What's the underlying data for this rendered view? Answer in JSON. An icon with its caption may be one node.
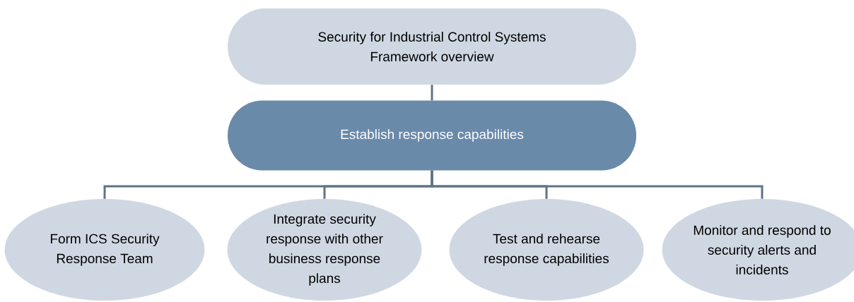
{
  "diagram": {
    "nodes": [
      {
        "text": [
          "Security for Industrial Control Systems Framework overview"
        ]
      },
      {
        "text": [
          "Establish response capabilities"
        ]
      },
      {
        "text": [
          "Form ICS Security Response Team"
        ]
      },
      {
        "text": [
          "Integrate security response with other business response plans"
        ]
      },
      {
        "text": [
          "Test and rehearse response capabilities"
        ]
      },
      {
        "text": [
          "Monitor and respond to security alerts and incidents"
        ]
      }
    ],
    "edges": [
      {
        "from": 0,
        "to": 1,
        "arrow": "none"
      },
      {
        "from": 1,
        "to": 2,
        "arrow": "none"
      },
      {
        "from": 1,
        "to": 3,
        "arrow": "none"
      },
      {
        "from": 1,
        "to": 4,
        "arrow": "none"
      },
      {
        "from": 1,
        "to": 5,
        "arrow": "none"
      }
    ]
  }
}
